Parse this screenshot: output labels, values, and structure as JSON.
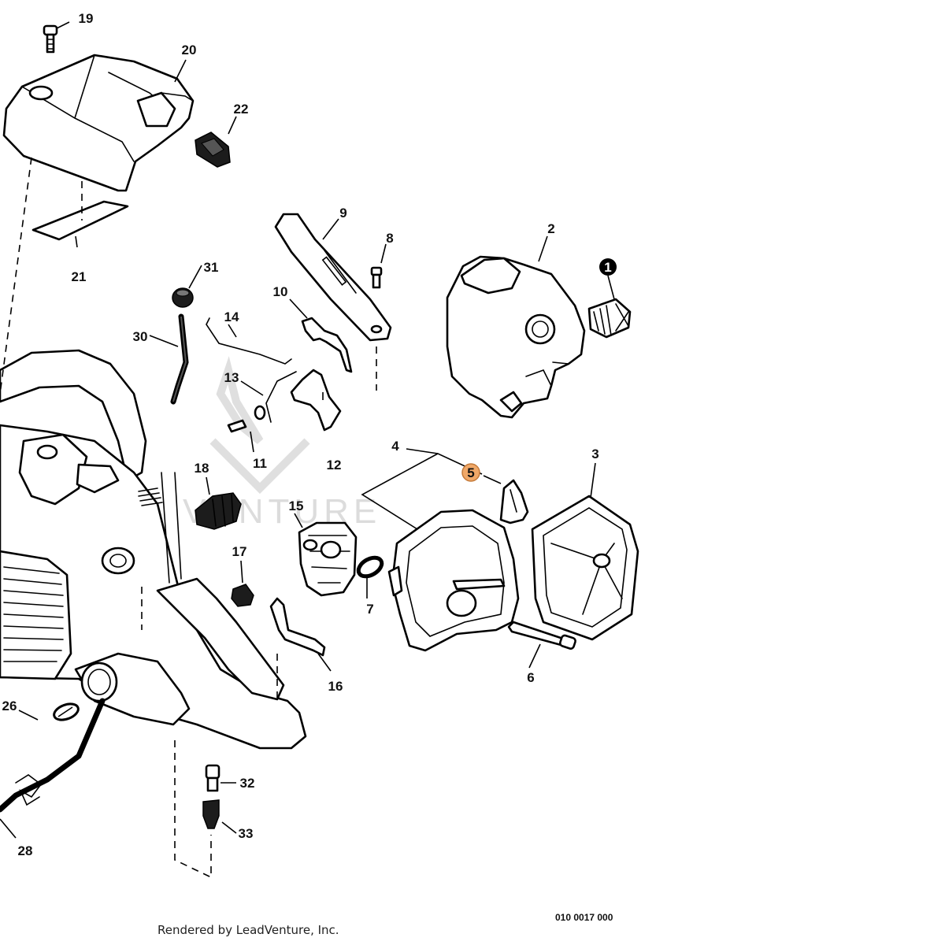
{
  "callouts": {
    "c1": "1",
    "c2": "2",
    "c3": "3",
    "c4": "4",
    "c5": "5",
    "c6": "6",
    "c7": "7",
    "c8": "8",
    "c9": "9",
    "c10": "10",
    "c11": "11",
    "c12": "12",
    "c13": "13",
    "c14": "14",
    "c15": "15",
    "c16": "16",
    "c17": "17",
    "c18": "18",
    "c19": "19",
    "c20": "20",
    "c21": "21",
    "c22": "22",
    "c26": "26",
    "c28": "28",
    "c30": "30",
    "c31": "31",
    "c32": "32",
    "c33": "33"
  },
  "highlight": {
    "part": "5",
    "color": "#f0a868"
  },
  "watermark": "VENTURE",
  "footer": {
    "credit": "Rendered by LeadVenture, Inc.",
    "diagram_code": "010 0017 000"
  }
}
